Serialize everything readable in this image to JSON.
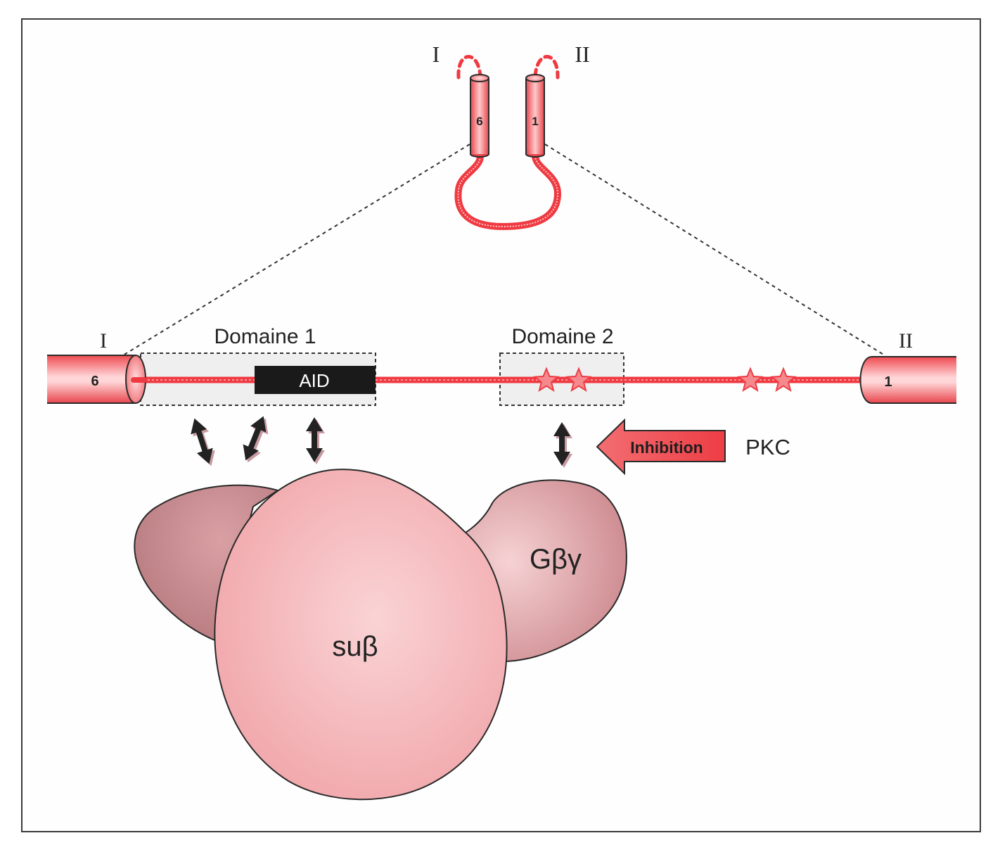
{
  "figure": {
    "top_view": {
      "repeat_left_label": "I",
      "repeat_right_label": "II",
      "segment_left_number": "6",
      "segment_right_number": "1"
    },
    "linker_view": {
      "repeat_left_label": "I",
      "repeat_right_label": "II",
      "segment_left_number": "6",
      "segment_right_number": "1",
      "domain1_label": "Domaine 1",
      "domain2_label": "Domaine 2",
      "aid_label": "AID",
      "phospho_sites_in_domain2": 2,
      "phospho_sites_outside_domain2": 2
    },
    "inhibition_arrow": {
      "label": "Inhibition",
      "source_label": "PKC"
    },
    "proteins": {
      "beta_subunit_label": "suβ",
      "gbg_label": "Gβγ"
    },
    "interaction_arrows_count": 4
  },
  "colors": {
    "channel_red": "#ee3d44",
    "cylinder_red": "#f06064",
    "domain_box_fill": "#ececec",
    "aid_fill": "#1a1a1a",
    "aid_text": "#ffffff",
    "sub_beta_fill": "#f3b3b6",
    "gbg_fill": "#d89a9e",
    "left_blob_fill": "#c98a8e",
    "outline": "#2a2a2a",
    "text": "#222222"
  }
}
